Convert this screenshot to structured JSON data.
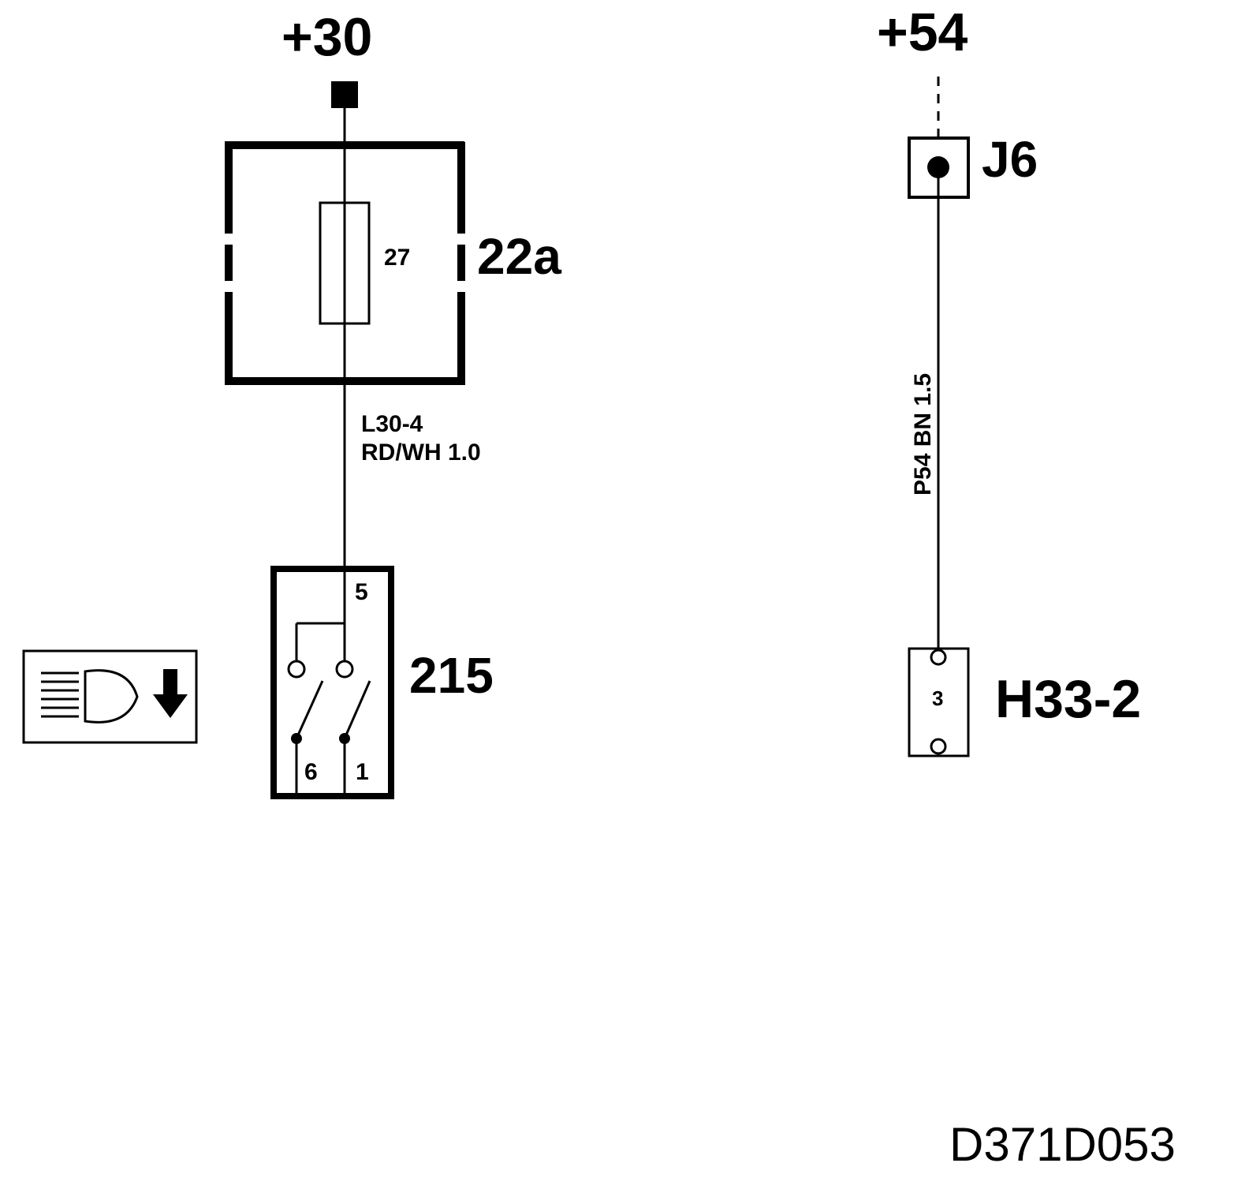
{
  "supplies": {
    "left": "+30",
    "right": "+54"
  },
  "fuse_box": {
    "id": "22a",
    "fuse_number": "27"
  },
  "wires": {
    "left_id": "L30-4",
    "left_spec": "RD/WH 1.0",
    "right_label": "P54 BN 1.5"
  },
  "switch": {
    "id": "215",
    "pin_top": "5",
    "pin_bottom_left": "6",
    "pin_bottom_right": "1"
  },
  "junction": {
    "id": "J6"
  },
  "connector": {
    "id": "H33-2",
    "pin": "3"
  },
  "icons": {
    "headlamp": "headlamp-leveling-down-icon"
  },
  "diagram_ref": "D371D053"
}
